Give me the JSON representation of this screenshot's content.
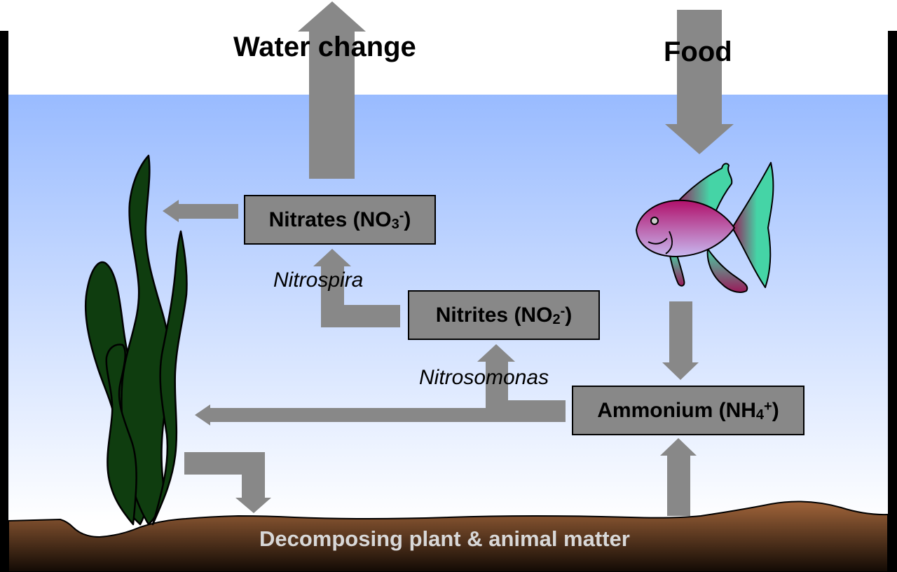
{
  "labels": {
    "water_change": "Water change",
    "food": "Food",
    "nitrospira": "Nitrospira",
    "nitrosomonas": "Nitrosomonas",
    "ground": "Decomposing plant & animal matter"
  },
  "boxes": {
    "nitrates": {
      "text": "Nitrates (NO",
      "sub": "3",
      "sup": "-",
      "close": ")"
    },
    "nitrites": {
      "text": "Nitrites (NO",
      "sub": "2",
      "sup": "-",
      "close": ")"
    },
    "ammonium": {
      "text": "Ammonium (NH",
      "sub": "4",
      "sup": "+",
      "close": ")"
    }
  },
  "colors": {
    "arrow": "#888888",
    "box": "#888888",
    "water_top": "#99bbff",
    "water_bottom": "#ffffff",
    "ground_top": "#a0643a",
    "ground_bottom": "#120a04",
    "plant": "#0f3d0f",
    "fish_body": "#b0106a",
    "fish_fin": "#45d4a6"
  },
  "icons": [
    "seaweed-icon",
    "fish-icon"
  ]
}
